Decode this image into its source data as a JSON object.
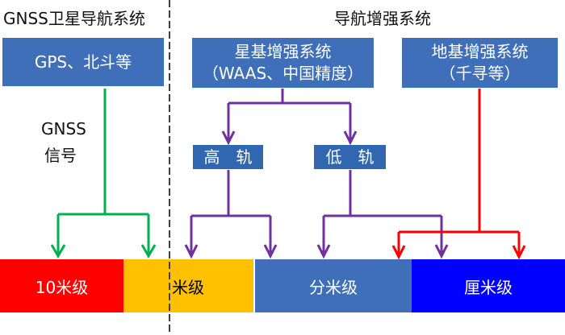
{
  "gnss": {
    "heading": "GNSS卫星导航系统",
    "box_label": "GPS、北斗等",
    "signal_label_line1": "GNSS",
    "signal_label_line2": "信号"
  },
  "augmentation": {
    "heading": "导航增强系统",
    "sbas": {
      "title": "星基增强系统",
      "subtitle": "（WAAS、中国精度）"
    },
    "gbas": {
      "title": "地基增强系统",
      "subtitle": "（千寻等）"
    },
    "high_orbit": "高　轨",
    "low_orbit": "低　轨"
  },
  "accuracy_levels": [
    {
      "label": "10米级",
      "color": "#ff0000",
      "text_color": "#ffffff"
    },
    {
      "label": "米级",
      "color": "#ffc000",
      "text_color": "#000000"
    },
    {
      "label": "分米级",
      "color": "#3f6fb8",
      "text_color": "#ffffff"
    },
    {
      "label": "厘米级",
      "color": "#0000ff",
      "text_color": "#ffffff"
    }
  ],
  "colors": {
    "gnss_arrow": "#00b050",
    "sbas_arrow": "#7030a0",
    "gbas_arrow": "#ff0000",
    "box_fill": "#3f6fb8",
    "divider": "#404040"
  }
}
